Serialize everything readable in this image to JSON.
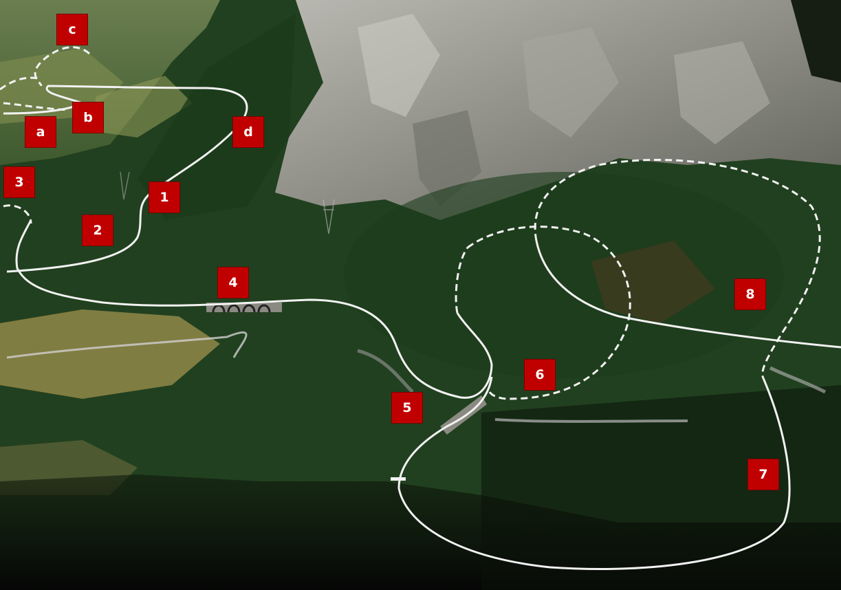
{
  "colors": {
    "marker_bg": "#c00000",
    "marker_text": "#ffffff",
    "route_line": "#f2f2f2",
    "forest": "#1f3d1f",
    "rock": "#8c8c86",
    "meadow": "#9a9550",
    "shadow": "#0a0d08"
  },
  "markers": [
    "c",
    "b",
    "a",
    "d",
    "3",
    "1",
    "2",
    "4",
    "8",
    "6",
    "5",
    "7"
  ]
}
